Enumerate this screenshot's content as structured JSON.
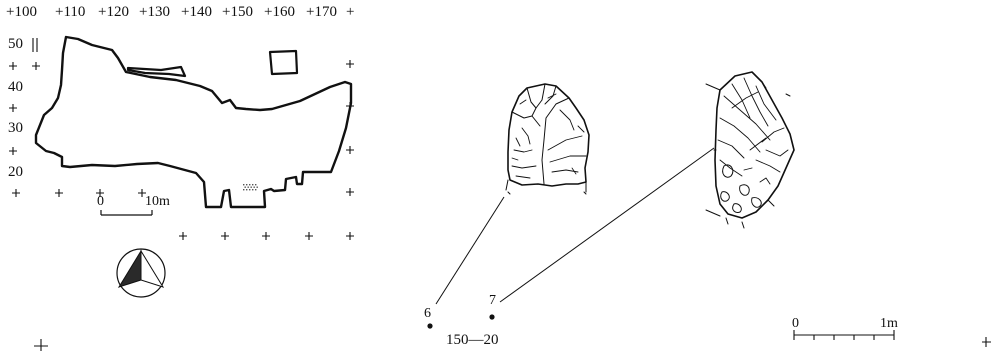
{
  "site_plan": {
    "x_labels": [
      "+100",
      "+110",
      "+120",
      "+130",
      "+140",
      "+150",
      "+160",
      "+170",
      "+"
    ],
    "y_labels": [
      "50",
      "40",
      "30",
      "20"
    ],
    "scale_zero": "0",
    "scale_label": "10m"
  },
  "detail": {
    "find_labels": [
      "6",
      "7"
    ],
    "grid_label": "150—20",
    "scale_zero": "0",
    "scale_label": "1m"
  },
  "colors": {
    "ink": "#111111",
    "paper": "#ffffff"
  }
}
